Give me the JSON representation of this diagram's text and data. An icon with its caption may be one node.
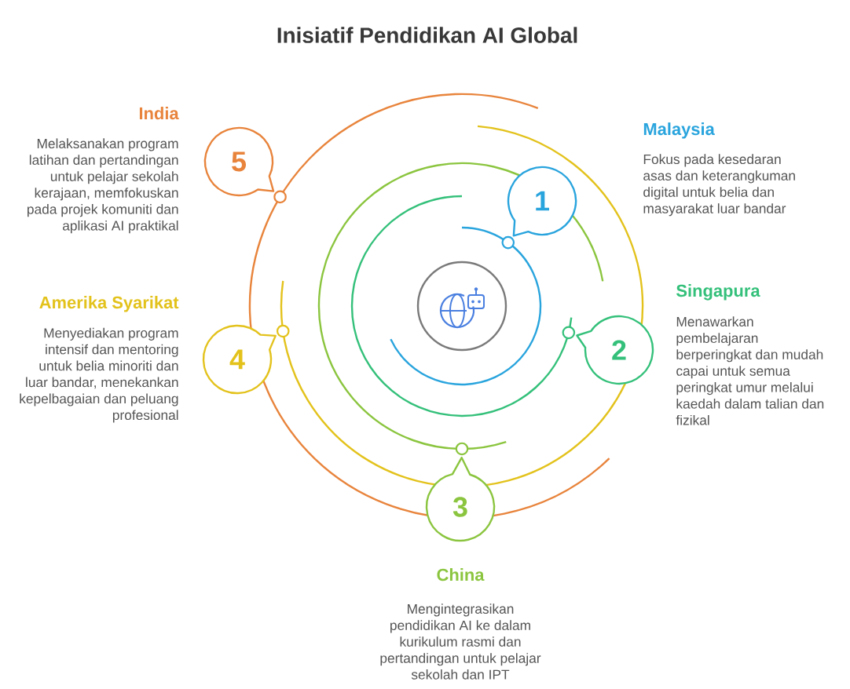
{
  "diagram": {
    "title": "Inisiatif Pendidikan AI Global",
    "nodes": [
      {
        "text": [],
        "shape": "circle"
      },
      {
        "text": [
          "1"
        ],
        "beside": [
          "Malaysia",
          "Fokus pada kesedaran asas dan keterangkuman digital untuk belia dan masyarakat luar bandar"
        ]
      },
      {
        "text": [
          "2"
        ],
        "beside": [
          "Singapura",
          "Menawarkan pembelajaran berperingkat dan mudah capai untuk semua peringkat umur melalui kaedah dalam talian dan fizikal"
        ]
      },
      {
        "text": [
          "3"
        ],
        "beside": [
          "China",
          "Mengintegrasikan pendidikan AI ke dalam kurikulum rasmi dan pertandingan untuk pelajar sekolah dan IPT"
        ]
      },
      {
        "text": [
          "4"
        ],
        "beside": [
          "Amerika Syarikat",
          "Menyediakan program intensif dan mentoring untuk belia minoriti dan luar bandar, menekankan kepelbagaian dan peluang profesional"
        ]
      },
      {
        "text": [
          "5"
        ],
        "beside": [
          "India",
          "Melaksanakan program latihan dan pertandingan untuk pelajar sekolah kerajaan, memfokuskan pada projek komuniti dan aplikasi AI praktikal"
        ]
      }
    ]
  }
}
